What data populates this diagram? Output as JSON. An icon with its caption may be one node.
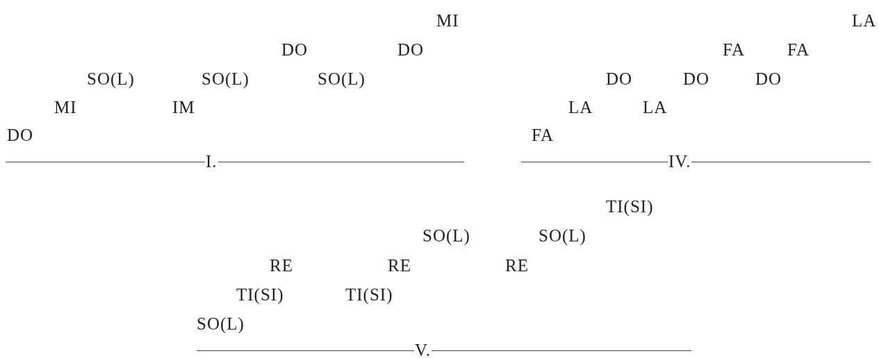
{
  "diagram": {
    "labels": [
      "MI",
      "LA",
      "DO",
      "DO",
      "FA",
      "FA",
      "SO(L)",
      "SO(L)",
      "SO(L)",
      "DO",
      "DO",
      "DO",
      "MI",
      "IM",
      "LA",
      "LA",
      "DO",
      "FA",
      "I.",
      "IV.",
      "TI(SI)",
      "SO(L)",
      "SO(L)",
      "RE",
      "RE",
      "RE",
      "TI(SI)",
      "TI(SI)",
      "SO(L)",
      "V."
    ]
  }
}
